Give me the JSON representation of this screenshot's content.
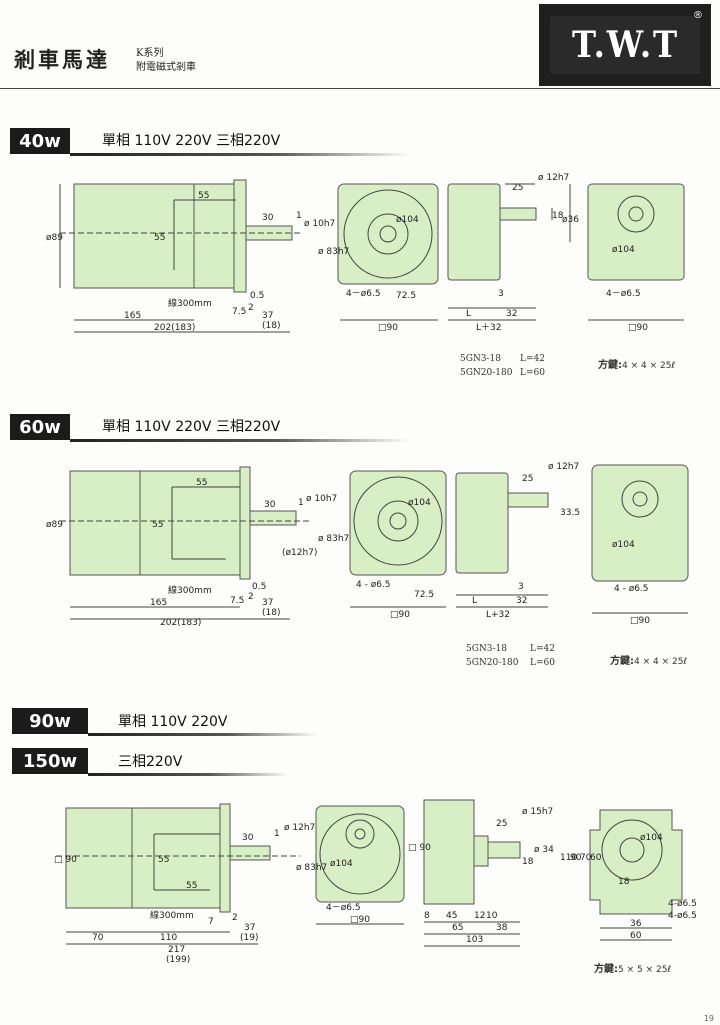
{
  "header": {
    "title": "剎車馬達",
    "sub1": "K系列",
    "sub2": "附電磁式剎車",
    "logo": "T.W.T",
    "logo_mark": "®"
  },
  "colors": {
    "motor": "#d8eec4",
    "outline": "#555555",
    "badge": "#1b1b1b"
  },
  "sections": [
    {
      "badge": "40w",
      "spec": "單相 110V 220V   三相220V",
      "notes": [
        "5GN3-18",
        "L=42",
        "5GN20-180",
        "L=60"
      ],
      "key_label": "方鍵:",
      "key_value": "4 × 4 × 25ℓ",
      "dims": {
        "d55": "55",
        "d30": "30",
        "d1": "1",
        "d10": "ø 10h7",
        "d89": "ø89",
        "d83": "ø 83h7",
        "lead": "線300mm",
        "d05": "0.5",
        "d75": "7.5",
        "d2": "2",
        "d37": "37",
        "d18": "(18)",
        "d165": "165",
        "d202": "202(183)",
        "d104": "ø104",
        "holes": "4－ø6.5",
        "d725": "72.5",
        "sq90": "□90",
        "d25": "25",
        "d12": "ø 12h7",
        "d18b": "18",
        "d36": "ø36",
        "d3": "3",
        "dL": "L",
        "d32": "32",
        "dL32": "L＋32"
      }
    },
    {
      "badge": "60w",
      "spec": "單相 110V 220V   三相220V",
      "notes": [
        "5GN3-18",
        "L=42",
        "5GN20-180",
        "L=60"
      ],
      "key_label": "方鍵:",
      "key_value": "4 × 4 × 25ℓ",
      "dims": {
        "d55": "55",
        "d30": "30",
        "d1": "1",
        "d10": "ø 10h7",
        "d89": "ø89",
        "d83": "ø 83h7",
        "d12p": "(ø12h7)",
        "lead": "線300mm",
        "d05": "0.5",
        "d75": "7.5",
        "d2": "2",
        "d37": "37",
        "d18": "(18)",
        "d165": "165",
        "d202": "202(183)",
        "d104": "ø104",
        "holes": "4 - ø6.5",
        "d725": "72.5",
        "sq90": "□90",
        "d25": "25",
        "d12": "ø 12h7",
        "d335": "33.5",
        "d3": "3",
        "dL": "L",
        "d32": "32",
        "dL32": "L+32"
      }
    }
  ],
  "section3": {
    "badge1": "90w",
    "spec1": "單相 110V 220V",
    "badge2": "150w",
    "spec2": "三相220V",
    "key_label": "方鍵:",
    "key_value": "5 × 5 × 25ℓ",
    "dims": {
      "sq90": "□ 90",
      "d30": "30",
      "d1": "1",
      "d12": "ø 12h7",
      "d83": "ø 83h7",
      "d55": "55",
      "d55b": "55",
      "lead": "線300mm",
      "d7": "7",
      "d2": "2",
      "d37": "37",
      "d19": "(19)",
      "d70": "70",
      "d110": "110",
      "d217": "217",
      "d199": "(199)",
      "d104": "ø104",
      "holes": "4－ø6.5",
      "sq90b": "□90",
      "sq90c": "□ 90",
      "d25": "25",
      "d15": "ø 15h7",
      "d34": "ø 34",
      "d18": "18",
      "d8": "8",
      "d45": "45",
      "d12b": "12",
      "d10": "10",
      "d65": "65",
      "d38": "38",
      "d103": "103",
      "d110b": "110",
      "d90": "90",
      "d70b": "70",
      "d60": "60",
      "d18c": "18",
      "d36": "36",
      "d60b": "60",
      "d104b": "ø104",
      "h1": "4-ø6.5",
      "h2": "4-ø6.5"
    }
  },
  "page_number": "19"
}
